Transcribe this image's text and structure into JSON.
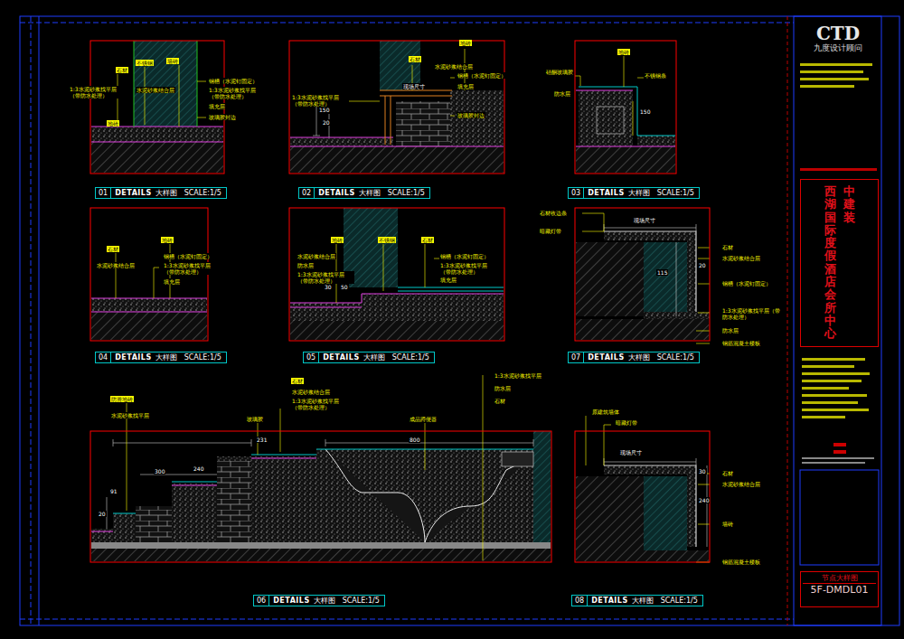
{
  "diagram": {
    "nodes": [
      {
        "text": [
          "01",
          "DETAILS",
          "大样图",
          "SCALE:1/5"
        ]
      },
      {
        "text": [
          "02",
          "DETAILS",
          "大样图",
          "SCALE:1/5"
        ]
      },
      {
        "text": [
          "03",
          "DETAILS",
          "大样图",
          "SCALE:1/5"
        ]
      },
      {
        "text": [
          "04",
          "DETAILS",
          "大样图",
          "SCALE:1/5"
        ]
      },
      {
        "text": [
          "05",
          "DETAILS",
          "大样图",
          "SCALE:1/5"
        ]
      },
      {
        "text": [
          "07",
          "DETAILS",
          "大样图",
          "SCALE:1/5"
        ]
      },
      {
        "text": [
          "06",
          "DETAILS",
          "大样图",
          "SCALE:1/5"
        ]
      },
      {
        "text": [
          "08",
          "DETAILS",
          "大样图",
          "SCALE:1/5"
        ]
      },
      {
        "text": [
          "CTD",
          "九度设计顾问"
        ]
      },
      {
        "text": [
          "西湖国际度假酒店会所中心",
          "中建装"
        ]
      },
      {
        "text": [
          "节点大样图",
          "5F-DMDL01"
        ]
      }
    ],
    "labels": [
      "石材",
      "不锈钢",
      "墙砖",
      "1:3水泥砂浆找平层（带防水处理）",
      "水泥砂浆结合层",
      "钢槽（水泥钉固定）",
      "1:3水泥砂浆找平层（带防水处理）",
      "填充层",
      "玻璃胶封边",
      "地砖",
      "地砖",
      "石材",
      "1:3水泥砂浆找平层（带防水处理）",
      "水泥砂浆结合层",
      "钢槽（水泥钉固定）",
      "填充层",
      "玻璃胶封边",
      "现场尺寸",
      "150",
      "20",
      "硅酮玻璃胶",
      "防水层",
      "地砖",
      "不锈钢条",
      "150",
      "石材",
      "水泥砂浆结合层",
      "地砖",
      "钢槽（水泥钉固定）",
      "1:3水泥砂浆找平层（带防水处理）",
      "填充层",
      "地砖",
      "不锈钢",
      "石材",
      "水泥砂浆结合层",
      "防水层",
      "1:3水泥砂浆找平层（带防水处理）",
      "钢槽（水泥钉固定）",
      "1:3水泥砂浆找平层（带防水处理）",
      "填充层",
      "30",
      "50",
      "石材收边条",
      "暗藏灯带",
      "现场尺寸",
      "115",
      "20",
      "石材",
      "水泥砂浆结合层",
      "钢槽（水泥钉固定）",
      "1:3水泥砂浆找平层（带防水处理）",
      "防水层",
      "钢筋混凝土楼板",
      "防滑地砖",
      "水泥砂浆找平层",
      "玻璃胶",
      "石材",
      "水泥砂浆结合层",
      "1:3水泥砂浆找平层（带防水处理）",
      "成品蹲便器",
      "1:3水泥砂浆找平层",
      "防水层",
      "石材",
      "231",
      "800",
      "300",
      "20",
      "91",
      "240",
      "原建筑墙体",
      "暗藏灯带",
      "现场尺寸",
      "30",
      "240",
      "石材",
      "水泥砂浆结合层",
      "墙砖",
      "钢筋混凝土楼板"
    ]
  }
}
